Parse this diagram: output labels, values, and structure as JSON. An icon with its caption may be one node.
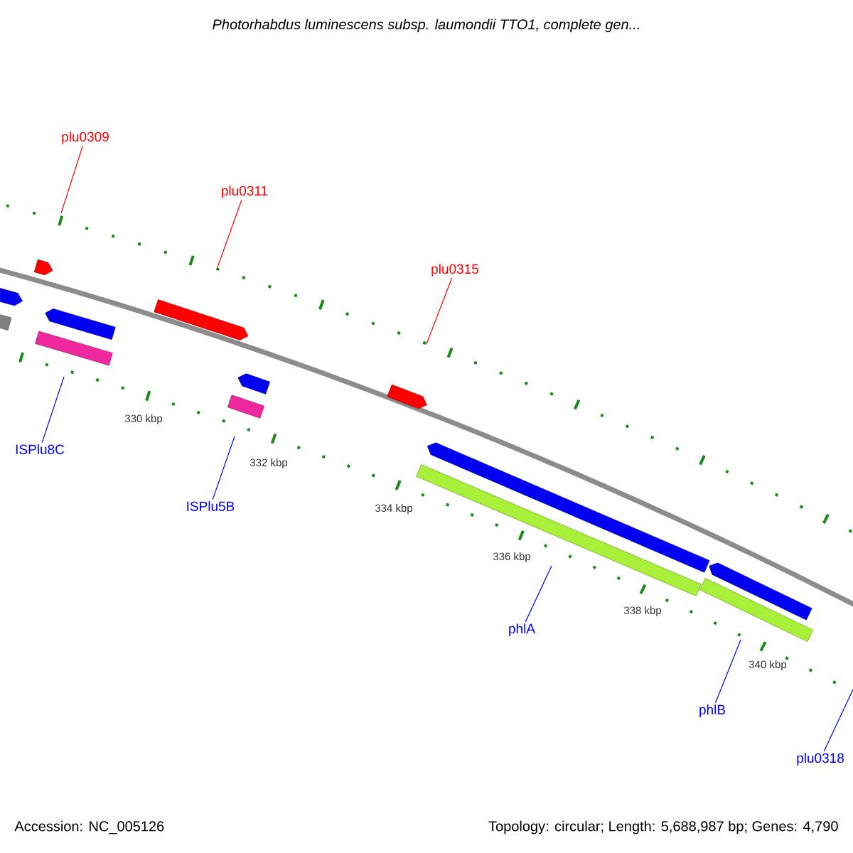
{
  "diagram": {
    "title": "Photorhabdus luminescens subsp. laumondii TTO1, complete gen...",
    "nodes": [
      {
        "text": [
          "plu0309"
        ]
      },
      {
        "text": [
          "plu0311"
        ]
      },
      {
        "text": [
          "plu0315"
        ]
      },
      {
        "text": [
          "ISPlu8C"
        ]
      },
      {
        "text": [
          "ISPlu5B"
        ]
      },
      {
        "text": [
          "phlA"
        ]
      },
      {
        "text": [
          "phlB"
        ]
      },
      {
        "text": [
          "plu0318"
        ]
      }
    ],
    "edges": [
      {
        "from": 0,
        "to": null,
        "arrow": "none",
        "color": "#ff0000"
      },
      {
        "from": 1,
        "to": null,
        "arrow": "none",
        "color": "#ff0000"
      },
      {
        "from": 2,
        "to": null,
        "arrow": "none",
        "color": "#ff0000"
      },
      {
        "from": 3,
        "to": null,
        "arrow": "none"
      },
      {
        "from": 4,
        "to": null,
        "arrow": "none"
      },
      {
        "from": 5,
        "to": null,
        "arrow": "none"
      },
      {
        "from": 6,
        "to": null,
        "arrow": "none"
      },
      {
        "from": 7,
        "to": null,
        "arrow": "none"
      }
    ],
    "labels": [
      "330 kbp",
      "332 kbp",
      "334 kbp",
      "336 kbp",
      "338 kbp",
      "340 kbp",
      "Accession: NC_005126",
      "Topology: circular; Length: 5,688,987 bp; Genes: 4,790"
    ]
  }
}
